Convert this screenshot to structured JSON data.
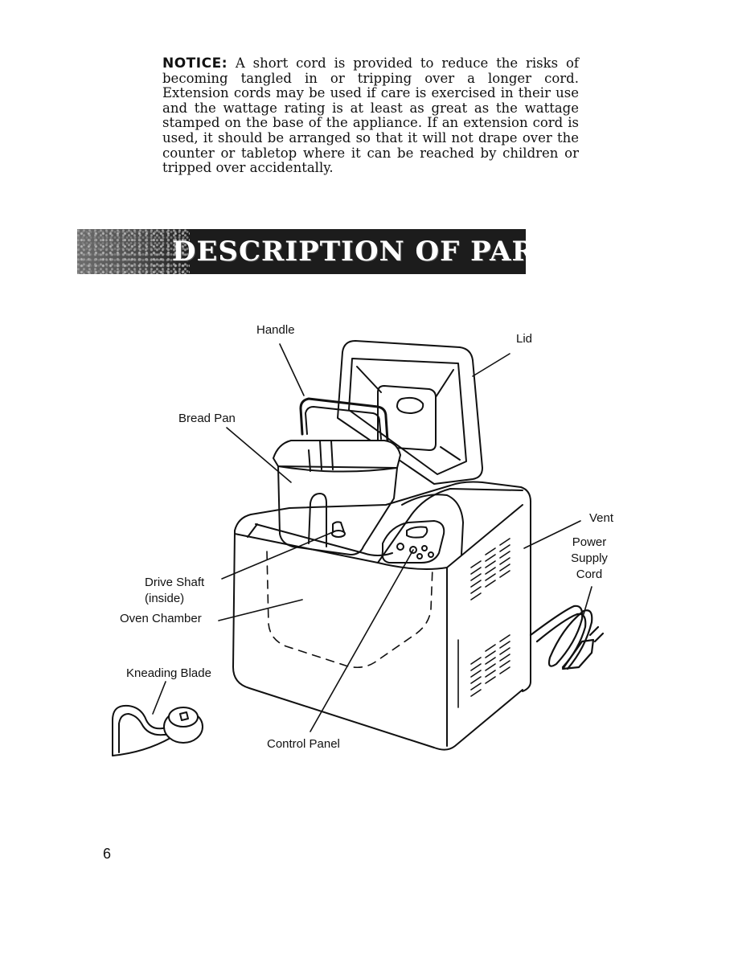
{
  "notice": {
    "lead": "NOTICE:",
    "body": " A short cord is provided to reduce the risks of becoming tangled in or tripping over a longer cord. Extension cords may be used if care is exercised in their use and the wattage rating is at least as great as the wattage stamped on the base of the appliance. If an extension cord is used, it should be arranged so that it will not drape over the counter or tabletop where it can be reached by children or tripped over accidentally."
  },
  "section_title": "DESCRIPTION OF PARTS",
  "labels": {
    "handle": "Handle",
    "lid": "Lid",
    "bread_pan": "Bread Pan",
    "vent": "Vent",
    "power_supply_cord": [
      "Power",
      "Supply",
      "Cord"
    ],
    "drive_shaft": [
      "Drive Shaft",
      "(inside)"
    ],
    "oven_chamber": "Oven Chamber",
    "kneading_blade": "Kneading Blade",
    "control_panel": "Control Panel"
  },
  "page_number": "6"
}
